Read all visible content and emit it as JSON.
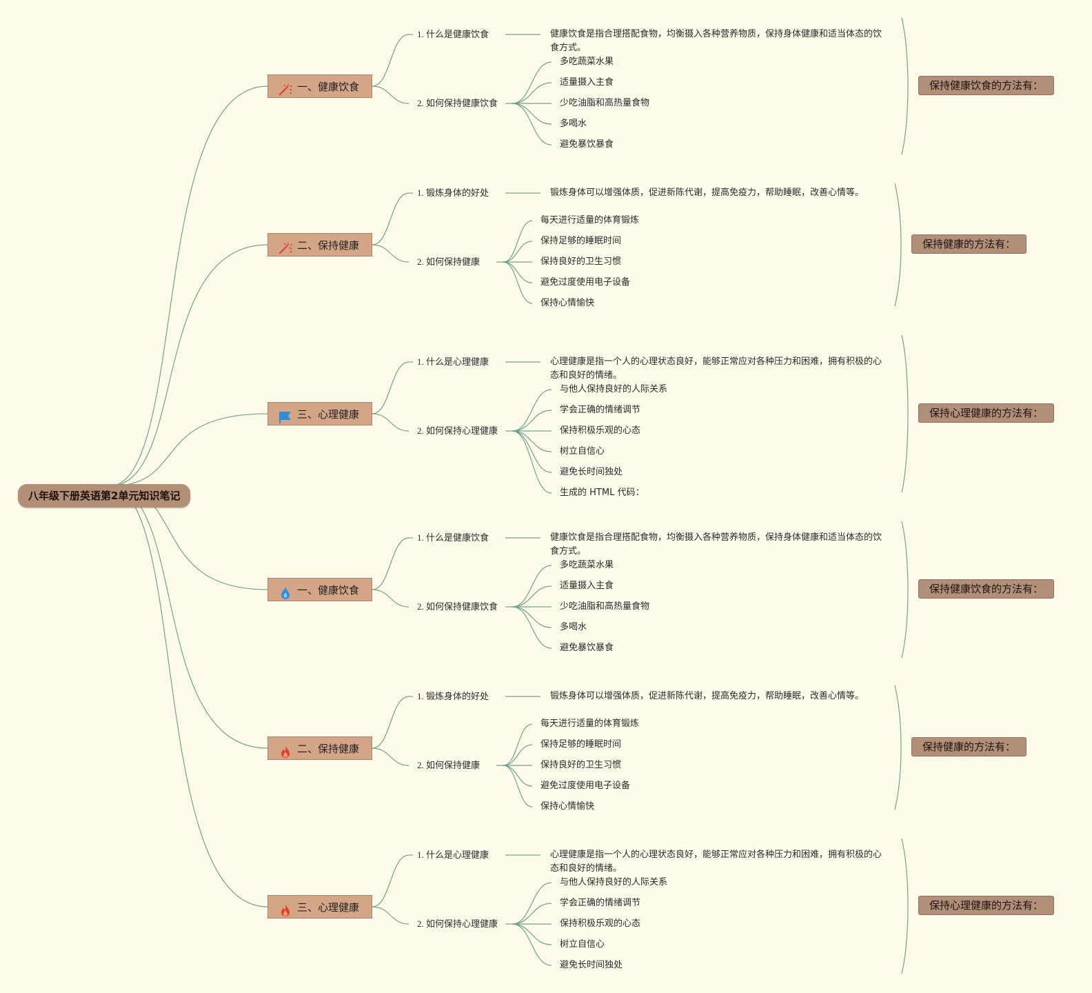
{
  "colors": {
    "background": "#fefaea",
    "link": "#6fa28e",
    "root_fill": "#b28f78",
    "topic_fill": "#d4a687",
    "summary_fill": "#b28f78",
    "icon_red": "#e2402a",
    "icon_blue": "#2f8fd4"
  },
  "root": {
    "label": "八年级下册英语第2单元知识笔记"
  },
  "topics": [
    {
      "label": "一、健康饮食",
      "icon": "magic-wand-icon",
      "sub1": "1. 什么是健康饮食",
      "sub1_desc": "健康饮食是指合理搭配食物，均衡摄入各种营养物质，保持身体健康和适当体态的饮食方式。",
      "sub2": "2. 如何保持健康饮食",
      "items": [
        "多吃蔬菜水果",
        "适量摄入主食",
        "少吃油脂和高热量食物",
        "多喝水",
        "避免暴饮暴食"
      ],
      "summary": "保持健康饮食的方法有："
    },
    {
      "label": "二、保持健康",
      "icon": "magic-wand-icon",
      "sub1": "1. 锻炼身体的好处",
      "sub1_desc": "锻炼身体可以增强体质，促进新陈代谢，提高免疫力，帮助睡眠，改善心情等。",
      "sub2": "2. 如何保持健康",
      "items": [
        "每天进行适量的体育锻炼",
        "保持足够的睡眠时间",
        "保持良好的卫生习惯",
        "避免过度使用电子设备",
        "保持心情愉快"
      ],
      "summary": "保持健康的方法有："
    },
    {
      "label": "三、心理健康",
      "icon": "flag-icon",
      "sub1": "1. 什么是心理健康",
      "sub1_desc": "心理健康是指一个人的心理状态良好，能够正常应对各种压力和困难，拥有积极的心态和良好的情绪。",
      "sub2": "2. 如何保持心理健康",
      "items": [
        "与他人保持良好的人际关系",
        "学会正确的情绪调节",
        "保持积极乐观的心态",
        "树立自信心",
        "避免长时间独处",
        "生成的 HTML 代码："
      ],
      "summary": "保持心理健康的方法有："
    },
    {
      "label": "一、健康饮食",
      "icon": "water-drop-icon",
      "sub1": "1. 什么是健康饮食",
      "sub1_desc": "健康饮食是指合理搭配食物，均衡摄入各种营养物质，保持身体健康和适当体态的饮食方式。",
      "sub2": "2. 如何保持健康饮食",
      "items": [
        "多吃蔬菜水果",
        "适量摄入主食",
        "少吃油脂和高热量食物",
        "多喝水",
        "避免暴饮暴食"
      ],
      "summary": "保持健康饮食的方法有："
    },
    {
      "label": "二、保持健康",
      "icon": "fire-icon",
      "sub1": "1. 锻炼身体的好处",
      "sub1_desc": "锻炼身体可以增强体质，促进新陈代谢，提高免疫力，帮助睡眠，改善心情等。",
      "sub2": "2. 如何保持健康",
      "items": [
        "每天进行适量的体育锻炼",
        "保持足够的睡眠时间",
        "保持良好的卫生习惯",
        "避免过度使用电子设备",
        "保持心情愉快"
      ],
      "summary": "保持健康的方法有："
    },
    {
      "label": "三、心理健康",
      "icon": "fire-icon",
      "sub1": "1. 什么是心理健康",
      "sub1_desc": "心理健康是指一个人的心理状态良好，能够正常应对各种压力和困难，拥有积极的心态和良好的情绪。",
      "sub2": "2. 如何保持心理健康",
      "items": [
        "与他人保持良好的人际关系",
        "学会正确的情绪调节",
        "保持积极乐观的心态",
        "树立自信心",
        "避免长时间独处"
      ],
      "summary": "保持心理健康的方法有："
    }
  ]
}
